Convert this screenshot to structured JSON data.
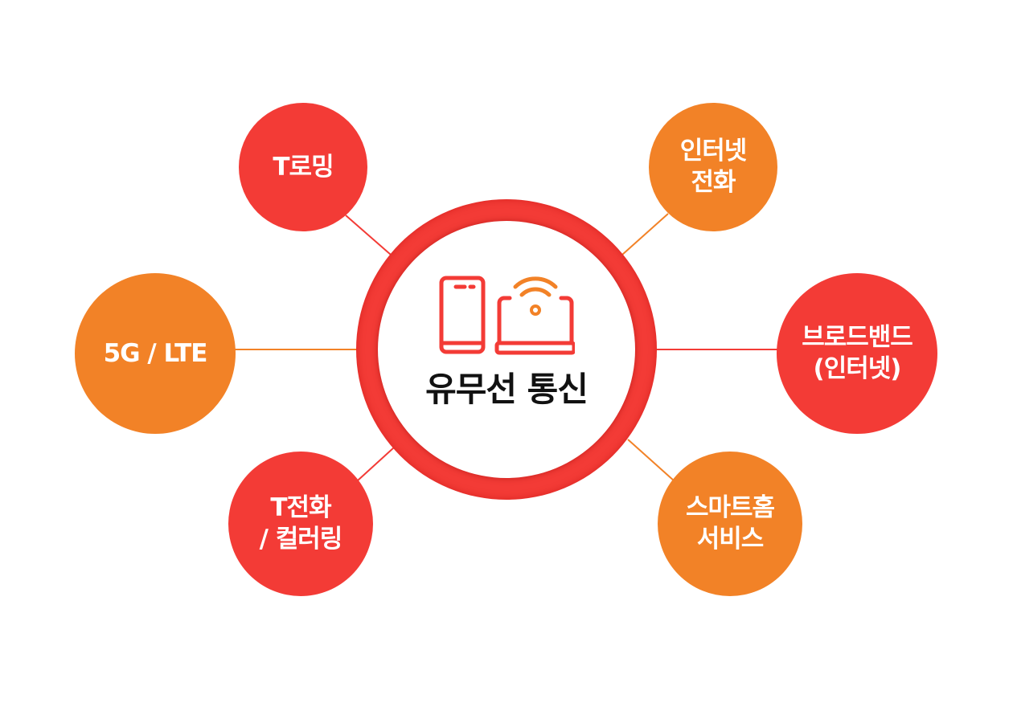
{
  "center": {
    "title": "유무선 통신",
    "icon": "phone-laptop-wifi-icon"
  },
  "nodes": [
    {
      "line1": "T로밍",
      "line2": ""
    },
    {
      "line1": "인터넷",
      "line2": "전화"
    },
    {
      "line1": "5G / LTE",
      "line2": ""
    },
    {
      "line1": "브로드밴드",
      "line2": "(인터넷)"
    },
    {
      "line1": "T전화",
      "line2": "/ 컬러링"
    },
    {
      "line1": "스마트홈",
      "line2": "서비스"
    }
  ],
  "colors": {
    "red": "#f33b36",
    "orange": "#f28227"
  }
}
